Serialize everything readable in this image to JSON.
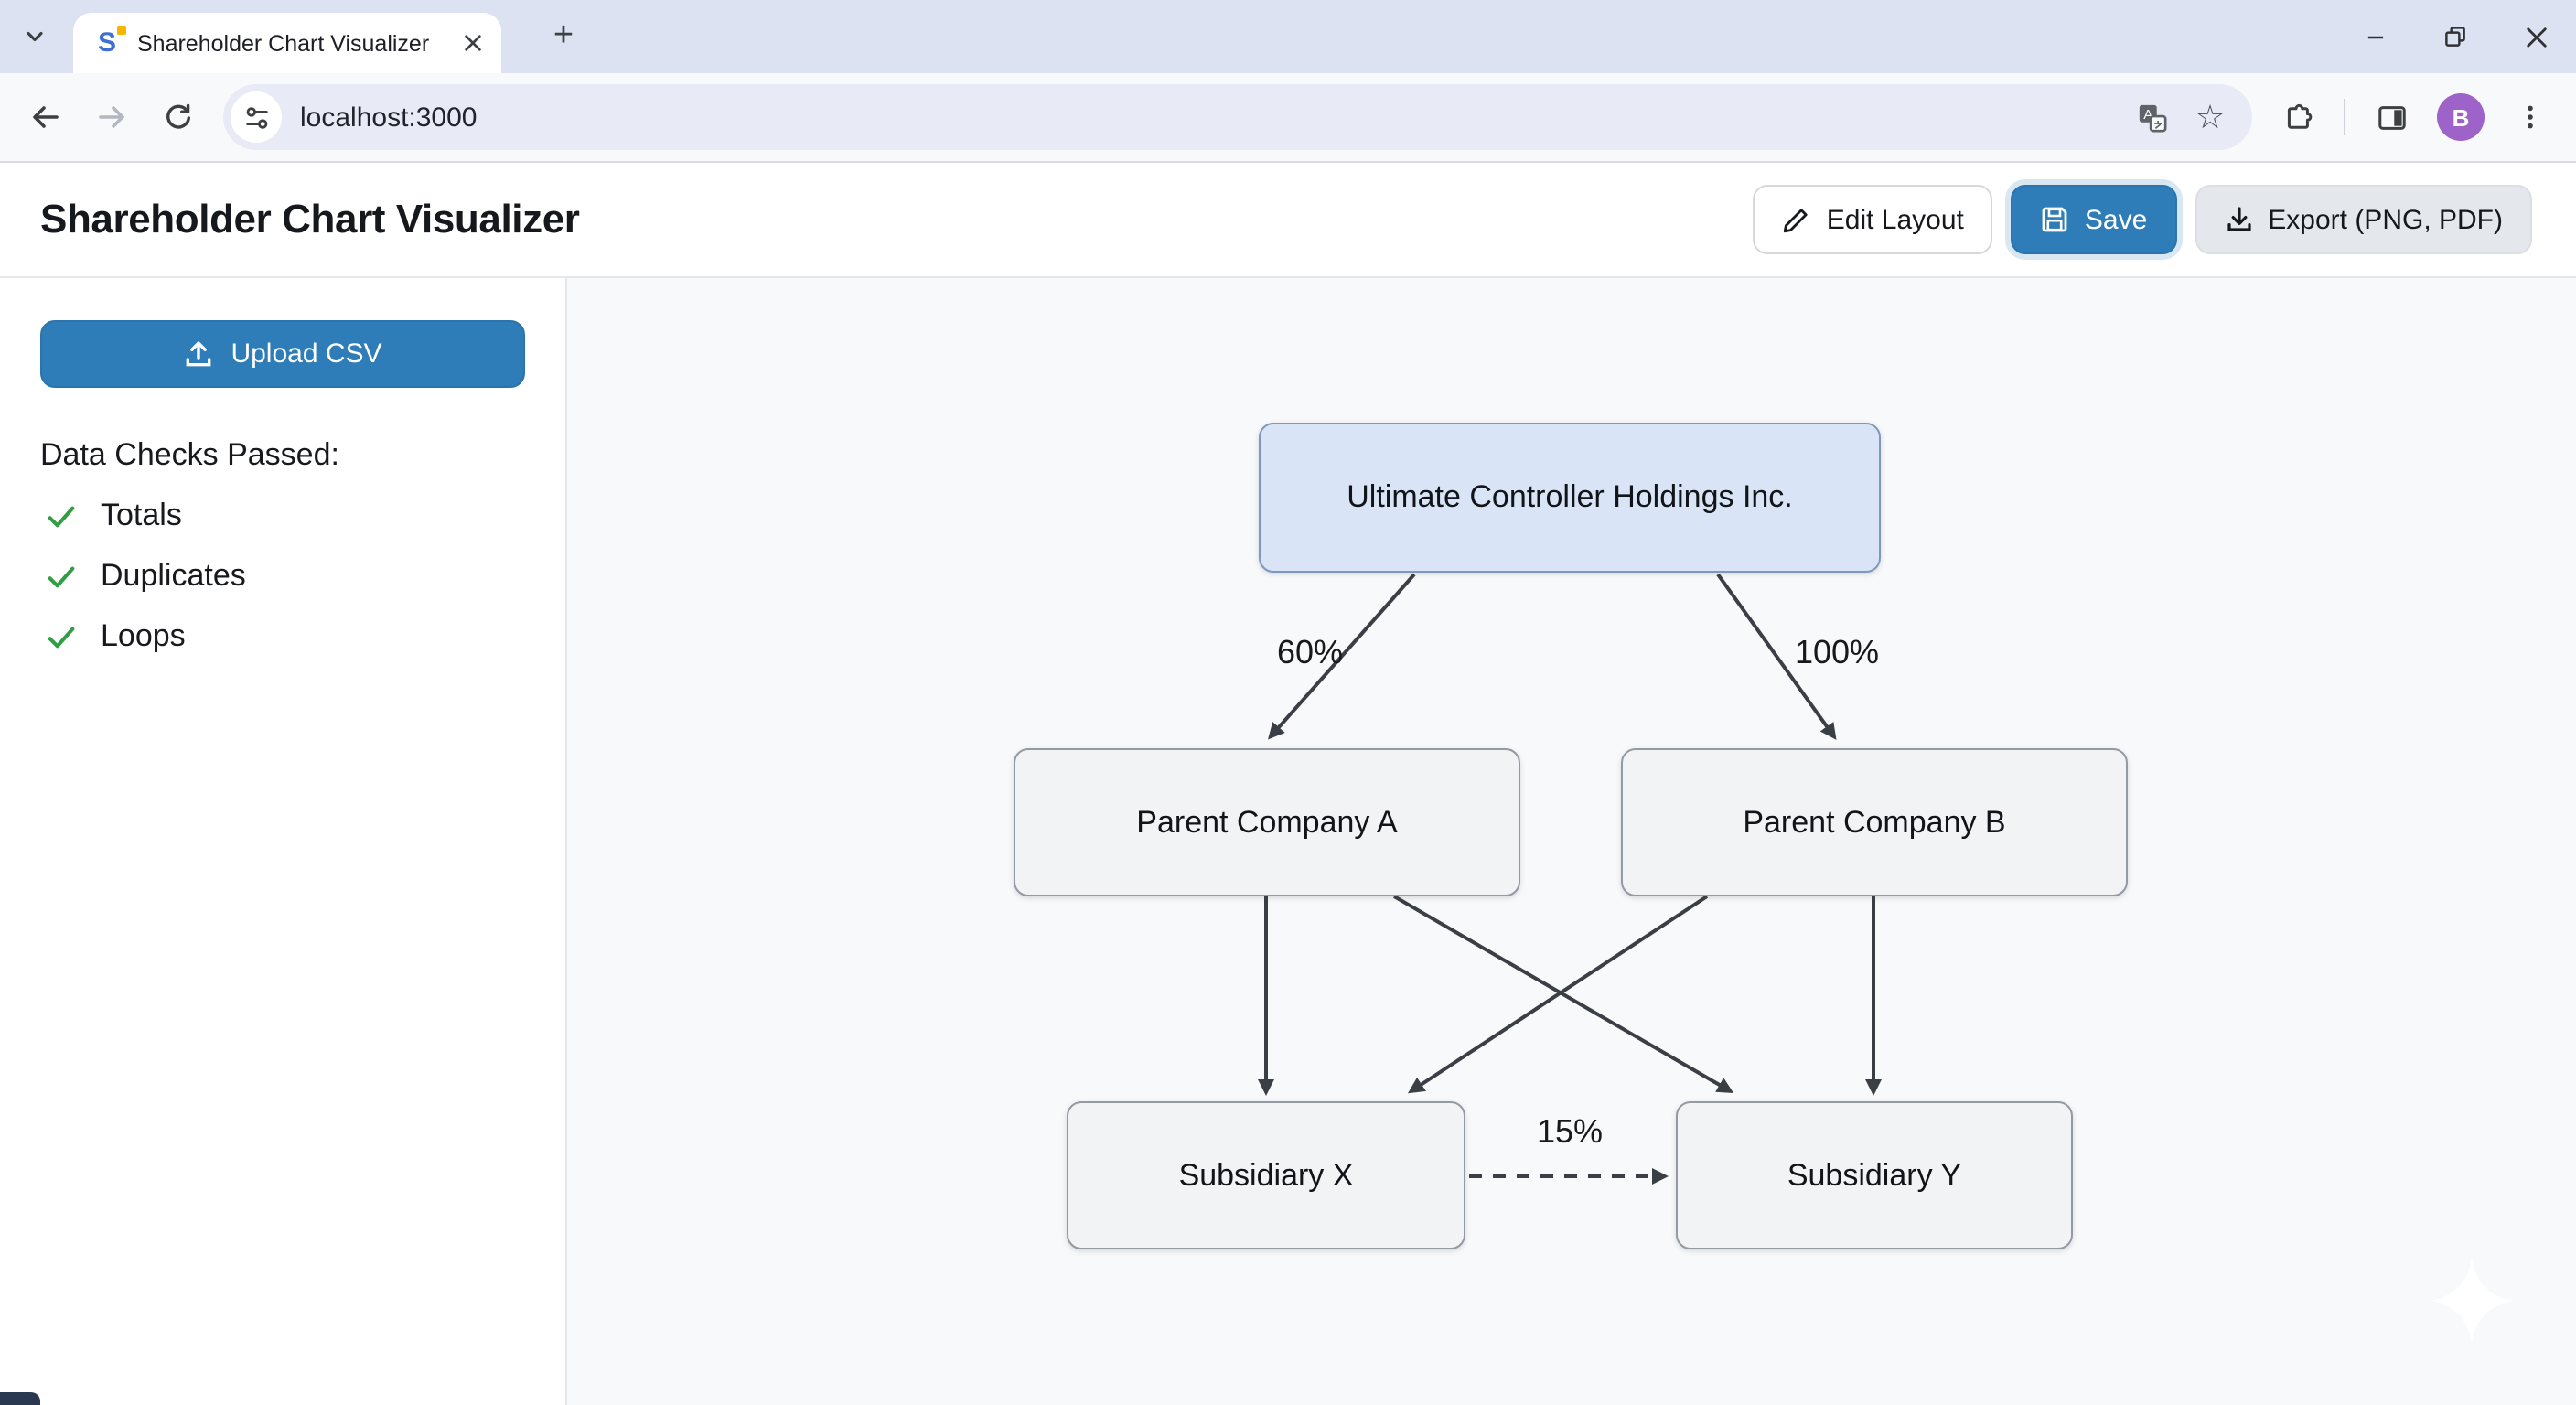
{
  "browser": {
    "tab_title": "Shareholder Chart Visualizer",
    "url": "localhost:3000",
    "new_tab_glyph": "+",
    "bookmark_star_glyph": "☆",
    "profile_initial": "B"
  },
  "header": {
    "title": "Shareholder Chart Visualizer",
    "buttons": {
      "edit_layout": "Edit Layout",
      "save": "Save",
      "export": "Export (PNG, PDF)"
    }
  },
  "sidebar": {
    "upload_button": "Upload CSV",
    "checks_heading": "Data Checks Passed:",
    "checks": [
      {
        "label": "Totals",
        "status": "passed"
      },
      {
        "label": "Duplicates",
        "status": "passed"
      },
      {
        "label": "Loops",
        "status": "passed"
      }
    ]
  },
  "diagram": {
    "nodes": [
      {
        "id": "ultimate",
        "label": "Ultimate Controller Holdings Inc.",
        "type": "controller"
      },
      {
        "id": "parent_a",
        "label": "Parent Company A",
        "type": "company"
      },
      {
        "id": "parent_b",
        "label": "Parent Company B",
        "type": "company"
      },
      {
        "id": "sub_x",
        "label": "Subsidiary X",
        "type": "company"
      },
      {
        "id": "sub_y",
        "label": "Subsidiary Y",
        "type": "company"
      }
    ],
    "edges": [
      {
        "from": "ultimate",
        "to": "parent_a",
        "label": "60%",
        "style": "solid"
      },
      {
        "from": "ultimate",
        "to": "parent_b",
        "label": "100%",
        "style": "solid"
      },
      {
        "from": "parent_a",
        "to": "sub_x",
        "label": "",
        "style": "solid"
      },
      {
        "from": "parent_a",
        "to": "sub_y",
        "label": "",
        "style": "solid"
      },
      {
        "from": "parent_b",
        "to": "sub_x",
        "label": "",
        "style": "solid"
      },
      {
        "from": "parent_b",
        "to": "sub_y",
        "label": "",
        "style": "solid"
      },
      {
        "from": "sub_x",
        "to": "sub_y",
        "label": "15%",
        "style": "dashed"
      }
    ]
  },
  "colors": {
    "accent_blue": "#2e7cb8",
    "check_green": "#2f9e44",
    "controller_node_fill": "#d9e5f6",
    "controller_node_border": "#7e98bd",
    "company_node_fill": "#f1f3f5",
    "company_node_border": "#939aa3",
    "edge_stroke": "#3a3f45",
    "avatar_purple": "#9d63c9"
  },
  "icons": {
    "upload": "tray-arrow-up",
    "save": "floppy-disk",
    "export": "tray-arrow-down",
    "edit": "pencil",
    "check": "checkmark"
  }
}
